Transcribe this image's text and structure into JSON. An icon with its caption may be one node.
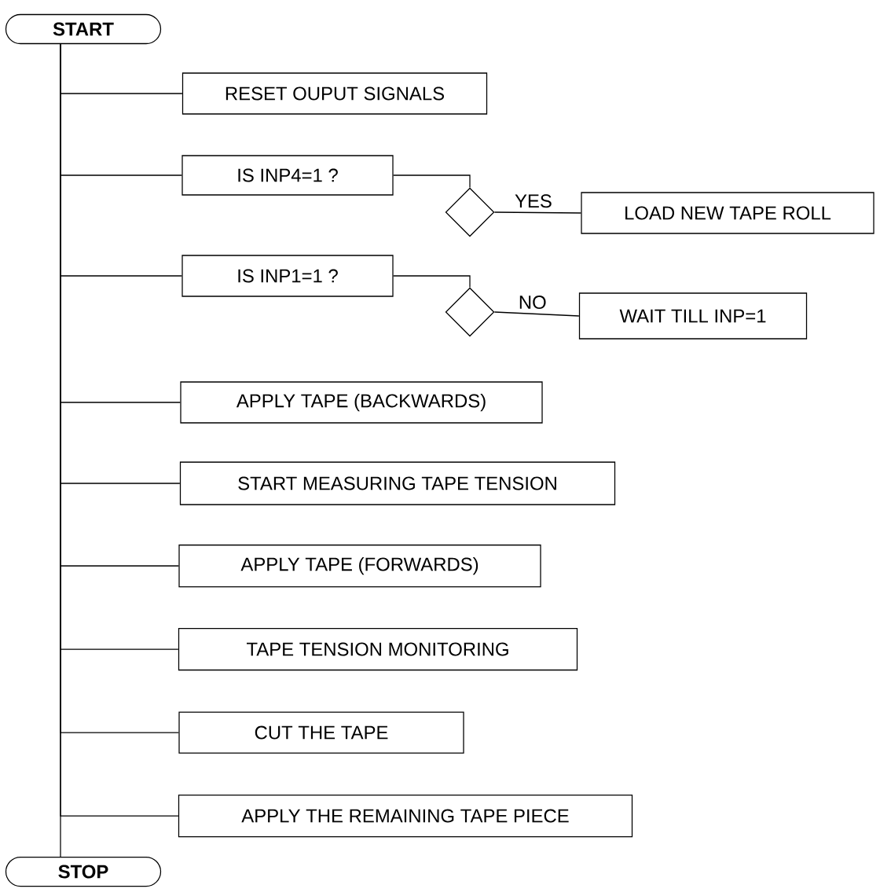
{
  "diagram": {
    "nodes": [
      {
        "text": [
          "START"
        ]
      },
      {
        "text": [
          "RESET OUPUT SIGNALS"
        ]
      },
      {
        "text": [
          "IS INP4=1 ?"
        ]
      },
      {
        "text": [],
        "shape": "diamond"
      },
      {
        "text": [
          "LOAD NEW TAPE ROLL"
        ]
      },
      {
        "text": [
          "IS INP1=1 ?"
        ]
      },
      {
        "text": [],
        "shape": "diamond"
      },
      {
        "text": [
          "WAIT TILL INP=1"
        ]
      },
      {
        "text": [
          "APPLY TAPE (BACKWARDS)"
        ]
      },
      {
        "text": [
          "START MEASURING TAPE TENSION"
        ]
      },
      {
        "text": [
          "APPLY TAPE (FORWARDS)"
        ]
      },
      {
        "text": [
          "TAPE TENSION MONITORING"
        ]
      },
      {
        "text": [
          "CUT THE TAPE"
        ]
      },
      {
        "text": [
          "APPLY THE REMAINING TAPE PIECE"
        ]
      },
      {
        "text": [
          "STOP"
        ]
      }
    ],
    "edges": [
      {
        "from": 0,
        "to": 1,
        "arrow": "none"
      },
      {
        "from": 0,
        "to": 2,
        "arrow": "none"
      },
      {
        "from": 2,
        "to": 3,
        "arrow": "none"
      },
      {
        "from": 3,
        "to": 4,
        "arrow": "none",
        "label": "YES"
      },
      {
        "from": 0,
        "to": 5,
        "arrow": "none"
      },
      {
        "from": 5,
        "to": 6,
        "arrow": "none"
      },
      {
        "from": 6,
        "to": 7,
        "arrow": "none",
        "label": "NO"
      },
      {
        "from": 0,
        "to": 8,
        "arrow": "none"
      },
      {
        "from": 0,
        "to": 9,
        "arrow": "none"
      },
      {
        "from": 0,
        "to": 10,
        "arrow": "none"
      },
      {
        "from": 0,
        "to": 11,
        "arrow": "none"
      },
      {
        "from": 0,
        "to": 12,
        "arrow": "none"
      },
      {
        "from": 0,
        "to": 13,
        "arrow": "none"
      },
      {
        "from": 0,
        "to": 14,
        "arrow": "none"
      }
    ]
  }
}
